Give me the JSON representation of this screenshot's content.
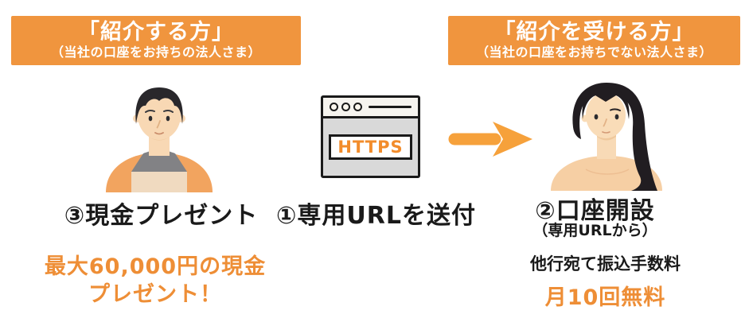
{
  "colors": {
    "banner_bg": "#F0953E",
    "banner_text": "#FFFFFF",
    "accent_orange": "#EE8E36",
    "https_orange": "#F28C2B",
    "arrow_orange": "#F6A13B",
    "text_black": "#1A1A1A",
    "browser_gray": "#D9D9D9"
  },
  "banners": {
    "referrer": {
      "title": "「紹介する方」",
      "subtitle": "（当社の口座をお持ちの法人さま）"
    },
    "recipient": {
      "title": "「紹介を受ける方」",
      "subtitle": "（当社の口座をお持ちでない法人さま）"
    }
  },
  "steps": {
    "step1": {
      "label": "①専用URLを送付"
    },
    "step2": {
      "label": "②口座開設",
      "sublabel": "（専用URLから）"
    },
    "step3": {
      "label": "③現金プレゼント"
    }
  },
  "browser": {
    "url_label": "HTTPS"
  },
  "benefits": {
    "referrer": {
      "line1": "最大60,000円の現金",
      "line2": "プレゼント！"
    },
    "recipient": {
      "label": "他行宛て振込手数料",
      "highlight": "月10回無料"
    }
  },
  "icons": {
    "referrer_avatar": "man-avatar-icon",
    "recipient_avatar": "woman-avatar-icon",
    "browser": "browser-window-icon",
    "arrow": "arrow-right-icon"
  }
}
